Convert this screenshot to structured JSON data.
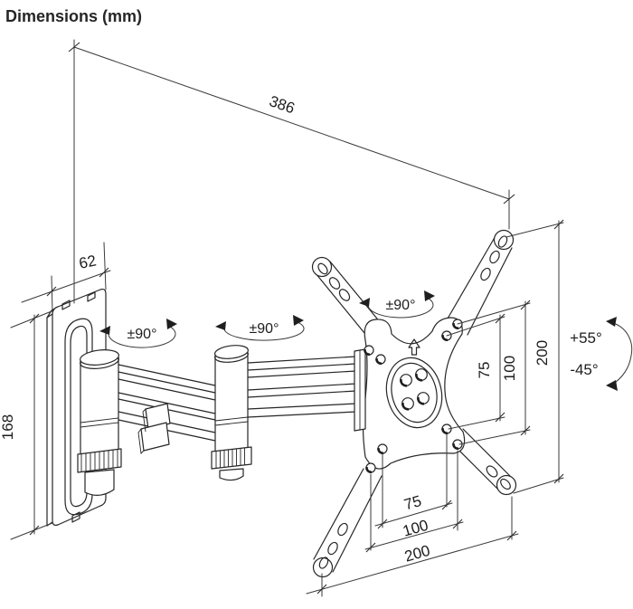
{
  "title": "Dimensions (mm)",
  "diagram": {
    "type": "technical-line-drawing",
    "subject": "full-motion articulating TV wall mount",
    "units": "mm",
    "labels": {
      "reach": "386",
      "wall_bracket_depth": "62",
      "wall_bracket_height": "168",
      "swivel_wall_joint": "±90°",
      "swivel_mid_joint": "±90°",
      "swivel_plate_joint": "±90°",
      "tilt_up": "+55°",
      "tilt_down": "-45°",
      "vesa_vertical_75": "75",
      "vesa_vertical_100": "100",
      "plate_height_200": "200",
      "vesa_horizontal_75": "75",
      "vesa_horizontal_100": "100",
      "plate_width_200": "200"
    },
    "colors": {
      "line": "#262626",
      "dimension_line": "#3a3a3a",
      "text": "#1d1d1d",
      "background": "#ffffff"
    }
  }
}
